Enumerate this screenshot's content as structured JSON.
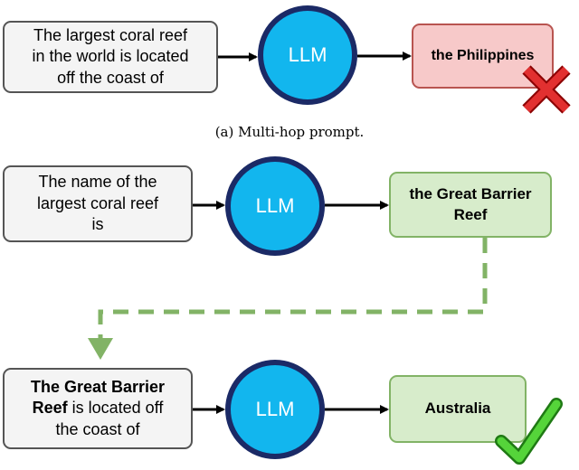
{
  "diagram": {
    "caption_a": "(a) Multi-hop prompt.",
    "llm_label": "LLM",
    "row1": {
      "prompt_lines": [
        "The largest coral reef",
        "in the world is located",
        "off the coast of"
      ],
      "output": "the Philippines",
      "status_icon": "red-x-icon"
    },
    "row2": {
      "prompt_lines": [
        "The name of the",
        "largest coral reef",
        "is"
      ],
      "output_lines": [
        "the Great Barrier",
        "Reef"
      ]
    },
    "row3": {
      "prompt_bold": "The Great Barrier",
      "prompt_line2_bold": "Reef",
      "prompt_line2_rest": " is located off",
      "prompt_line3": "the coast of",
      "output": "Australia",
      "status_icon": "green-check-icon"
    },
    "colors": {
      "llm_fill": "#12b6ee",
      "llm_border": "#1b2a66",
      "wrong_fill": "#f7c9c9",
      "right_fill": "#d7eccb",
      "dashed_arrow": "#82b366"
    }
  }
}
